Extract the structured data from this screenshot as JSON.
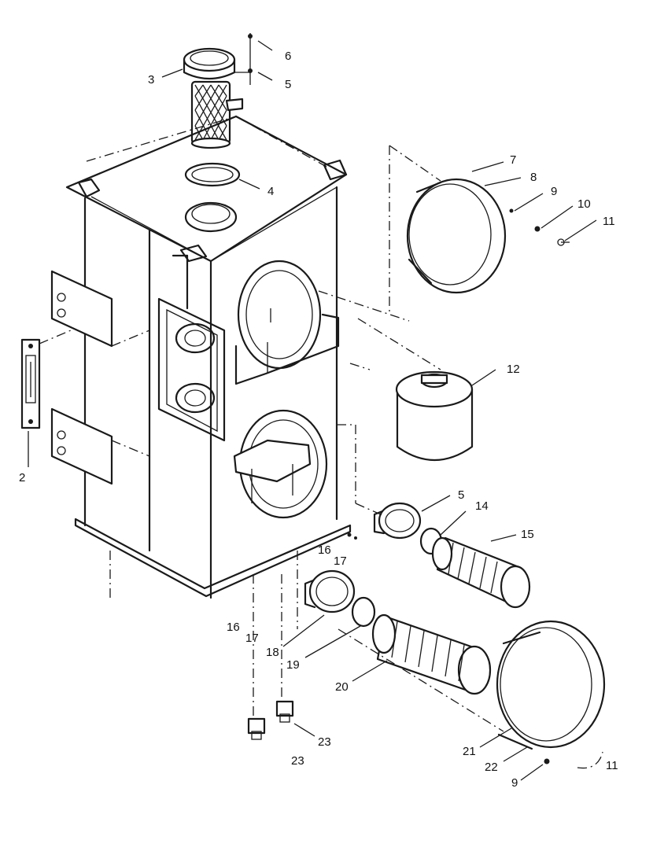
{
  "labels": {
    "l2": "2",
    "l3": "3",
    "l4": "4",
    "l5a": "5",
    "l5b": "5",
    "l6": "6",
    "l7": "7",
    "l8": "8",
    "l9a": "9",
    "l9b": "9",
    "l10": "10",
    "l11a": "11",
    "l11b": "11",
    "l12": "12",
    "l14": "14",
    "l15": "15",
    "l16a": "16",
    "l16b": "16",
    "l17a": "17",
    "l17b": "17",
    "l18": "18",
    "l19": "19",
    "l20": "20",
    "l21": "21",
    "l22": "22",
    "l23a": "23",
    "l23b": "23"
  }
}
